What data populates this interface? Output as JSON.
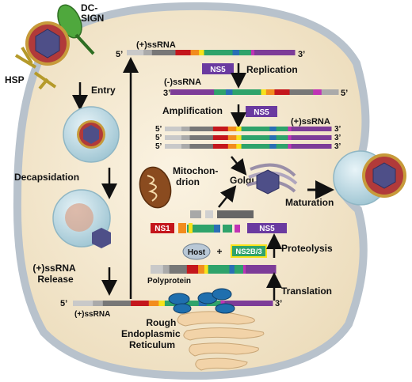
{
  "receptors": {
    "dc_sign": "DC-\nSIGN",
    "hsp": "HSP"
  },
  "stages": {
    "entry": "Entry",
    "decapsidation": "Decapsidation",
    "release": "(+)ssRNA\nRelease",
    "replication": "Replication",
    "amplification": "Amplification",
    "proteolysis": "Proteolysis",
    "translation": "Translation",
    "maturation": "Maturation"
  },
  "rna": {
    "plus_top": "(+)ssRNA",
    "minus": "(-)ssRNA",
    "plus_amp": "(+)ssRNA",
    "plus_bottom": "(+)ssRNA",
    "five_prime": "5’",
    "three_prime": "3’"
  },
  "proteins": {
    "ns5": "NS5",
    "ns1": "NS1",
    "ns2b3": "NS2B/3",
    "host": "Host",
    "plus": "+"
  },
  "organelles": {
    "mitochondrion": "Mitochon-\ndrion",
    "golgi": "Golgi",
    "rer": "Rough\nEndoplasmic\nReticulum",
    "polyprotein": "Polyprotein"
  },
  "colors": {
    "cell_fill": "#f5ead4",
    "cell_border": "#b8c2cc",
    "genome_gray": "#8f8f8f",
    "genome_red": "#c4161c",
    "genome_orange": "#f28c1e",
    "genome_yellow": "#f7e21b",
    "genome_green": "#2fa36b",
    "genome_blue": "#2a6fb5",
    "genome_purple": "#7d3c98",
    "ns5_purple": "#6a3aa0",
    "virion_purple": "#4e4f88",
    "ribosome_blue": "#1f6fae",
    "er_tan": "#f2d3a8",
    "ns2b3_fill": "#2fa36b",
    "host_fill": "#b9c8d6"
  }
}
